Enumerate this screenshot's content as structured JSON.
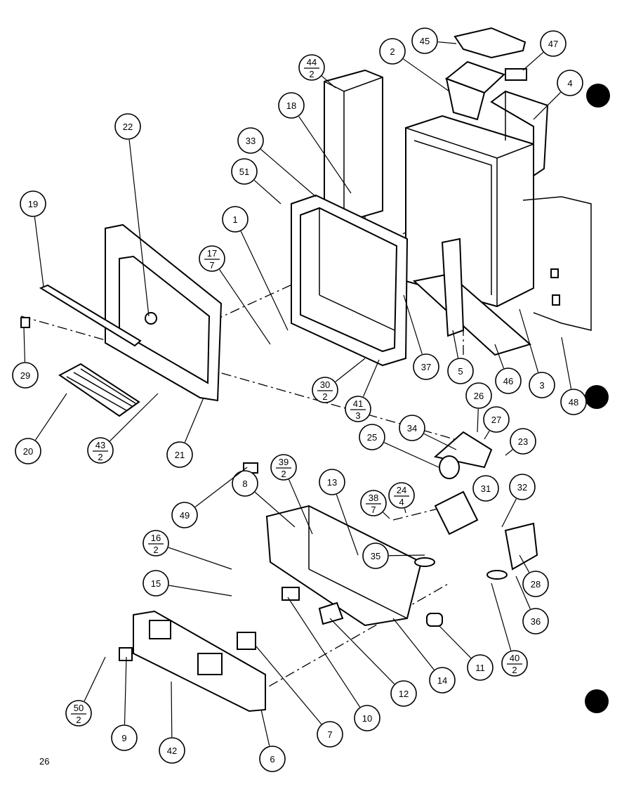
{
  "page_number": "26",
  "callouts": [
    {
      "id": "c1",
      "label": "1"
    },
    {
      "id": "c2",
      "label": "2"
    },
    {
      "id": "c3",
      "label": "3"
    },
    {
      "id": "c4",
      "label": "4"
    },
    {
      "id": "c5",
      "label": "5"
    },
    {
      "id": "c6",
      "label": "6"
    },
    {
      "id": "c7",
      "label": "7"
    },
    {
      "id": "c8",
      "label": "8"
    },
    {
      "id": "c9",
      "label": "9"
    },
    {
      "id": "c10",
      "label": "10"
    },
    {
      "id": "c11",
      "label": "11"
    },
    {
      "id": "c12",
      "label": "12"
    },
    {
      "id": "c13",
      "label": "13"
    },
    {
      "id": "c14",
      "label": "14"
    },
    {
      "id": "c15",
      "label": "15"
    },
    {
      "id": "c16",
      "label": "16",
      "qty": "2"
    },
    {
      "id": "c17",
      "label": "17",
      "qty": "7"
    },
    {
      "id": "c18",
      "label": "18"
    },
    {
      "id": "c19",
      "label": "19"
    },
    {
      "id": "c20",
      "label": "20"
    },
    {
      "id": "c21",
      "label": "21"
    },
    {
      "id": "c22",
      "label": "22"
    },
    {
      "id": "c23",
      "label": "23"
    },
    {
      "id": "c24",
      "label": "24",
      "qty": "4"
    },
    {
      "id": "c25",
      "label": "25"
    },
    {
      "id": "c26",
      "label": "26"
    },
    {
      "id": "c27",
      "label": "27"
    },
    {
      "id": "c28",
      "label": "28"
    },
    {
      "id": "c29",
      "label": "29"
    },
    {
      "id": "c30",
      "label": "30",
      "qty": "2"
    },
    {
      "id": "c31",
      "label": "31"
    },
    {
      "id": "c32",
      "label": "32"
    },
    {
      "id": "c33",
      "label": "33"
    },
    {
      "id": "c34",
      "label": "34"
    },
    {
      "id": "c35",
      "label": "35"
    },
    {
      "id": "c36",
      "label": "36"
    },
    {
      "id": "c37",
      "label": "37"
    },
    {
      "id": "c38",
      "label": "38",
      "qty": "7"
    },
    {
      "id": "c39",
      "label": "39",
      "qty": "2"
    },
    {
      "id": "c40",
      "label": "40",
      "qty": "2"
    },
    {
      "id": "c41",
      "label": "41",
      "qty": "3"
    },
    {
      "id": "c42",
      "label": "42"
    },
    {
      "id": "c43",
      "label": "43",
      "qty": "2"
    },
    {
      "id": "c44",
      "label": "44",
      "qty": "2"
    },
    {
      "id": "c45",
      "label": "45"
    },
    {
      "id": "c46",
      "label": "46"
    },
    {
      "id": "c47",
      "label": "47"
    },
    {
      "id": "c48",
      "label": "48"
    },
    {
      "id": "c49",
      "label": "49"
    },
    {
      "id": "c50",
      "label": "50",
      "qty": "2"
    },
    {
      "id": "c51",
      "label": "51"
    }
  ]
}
